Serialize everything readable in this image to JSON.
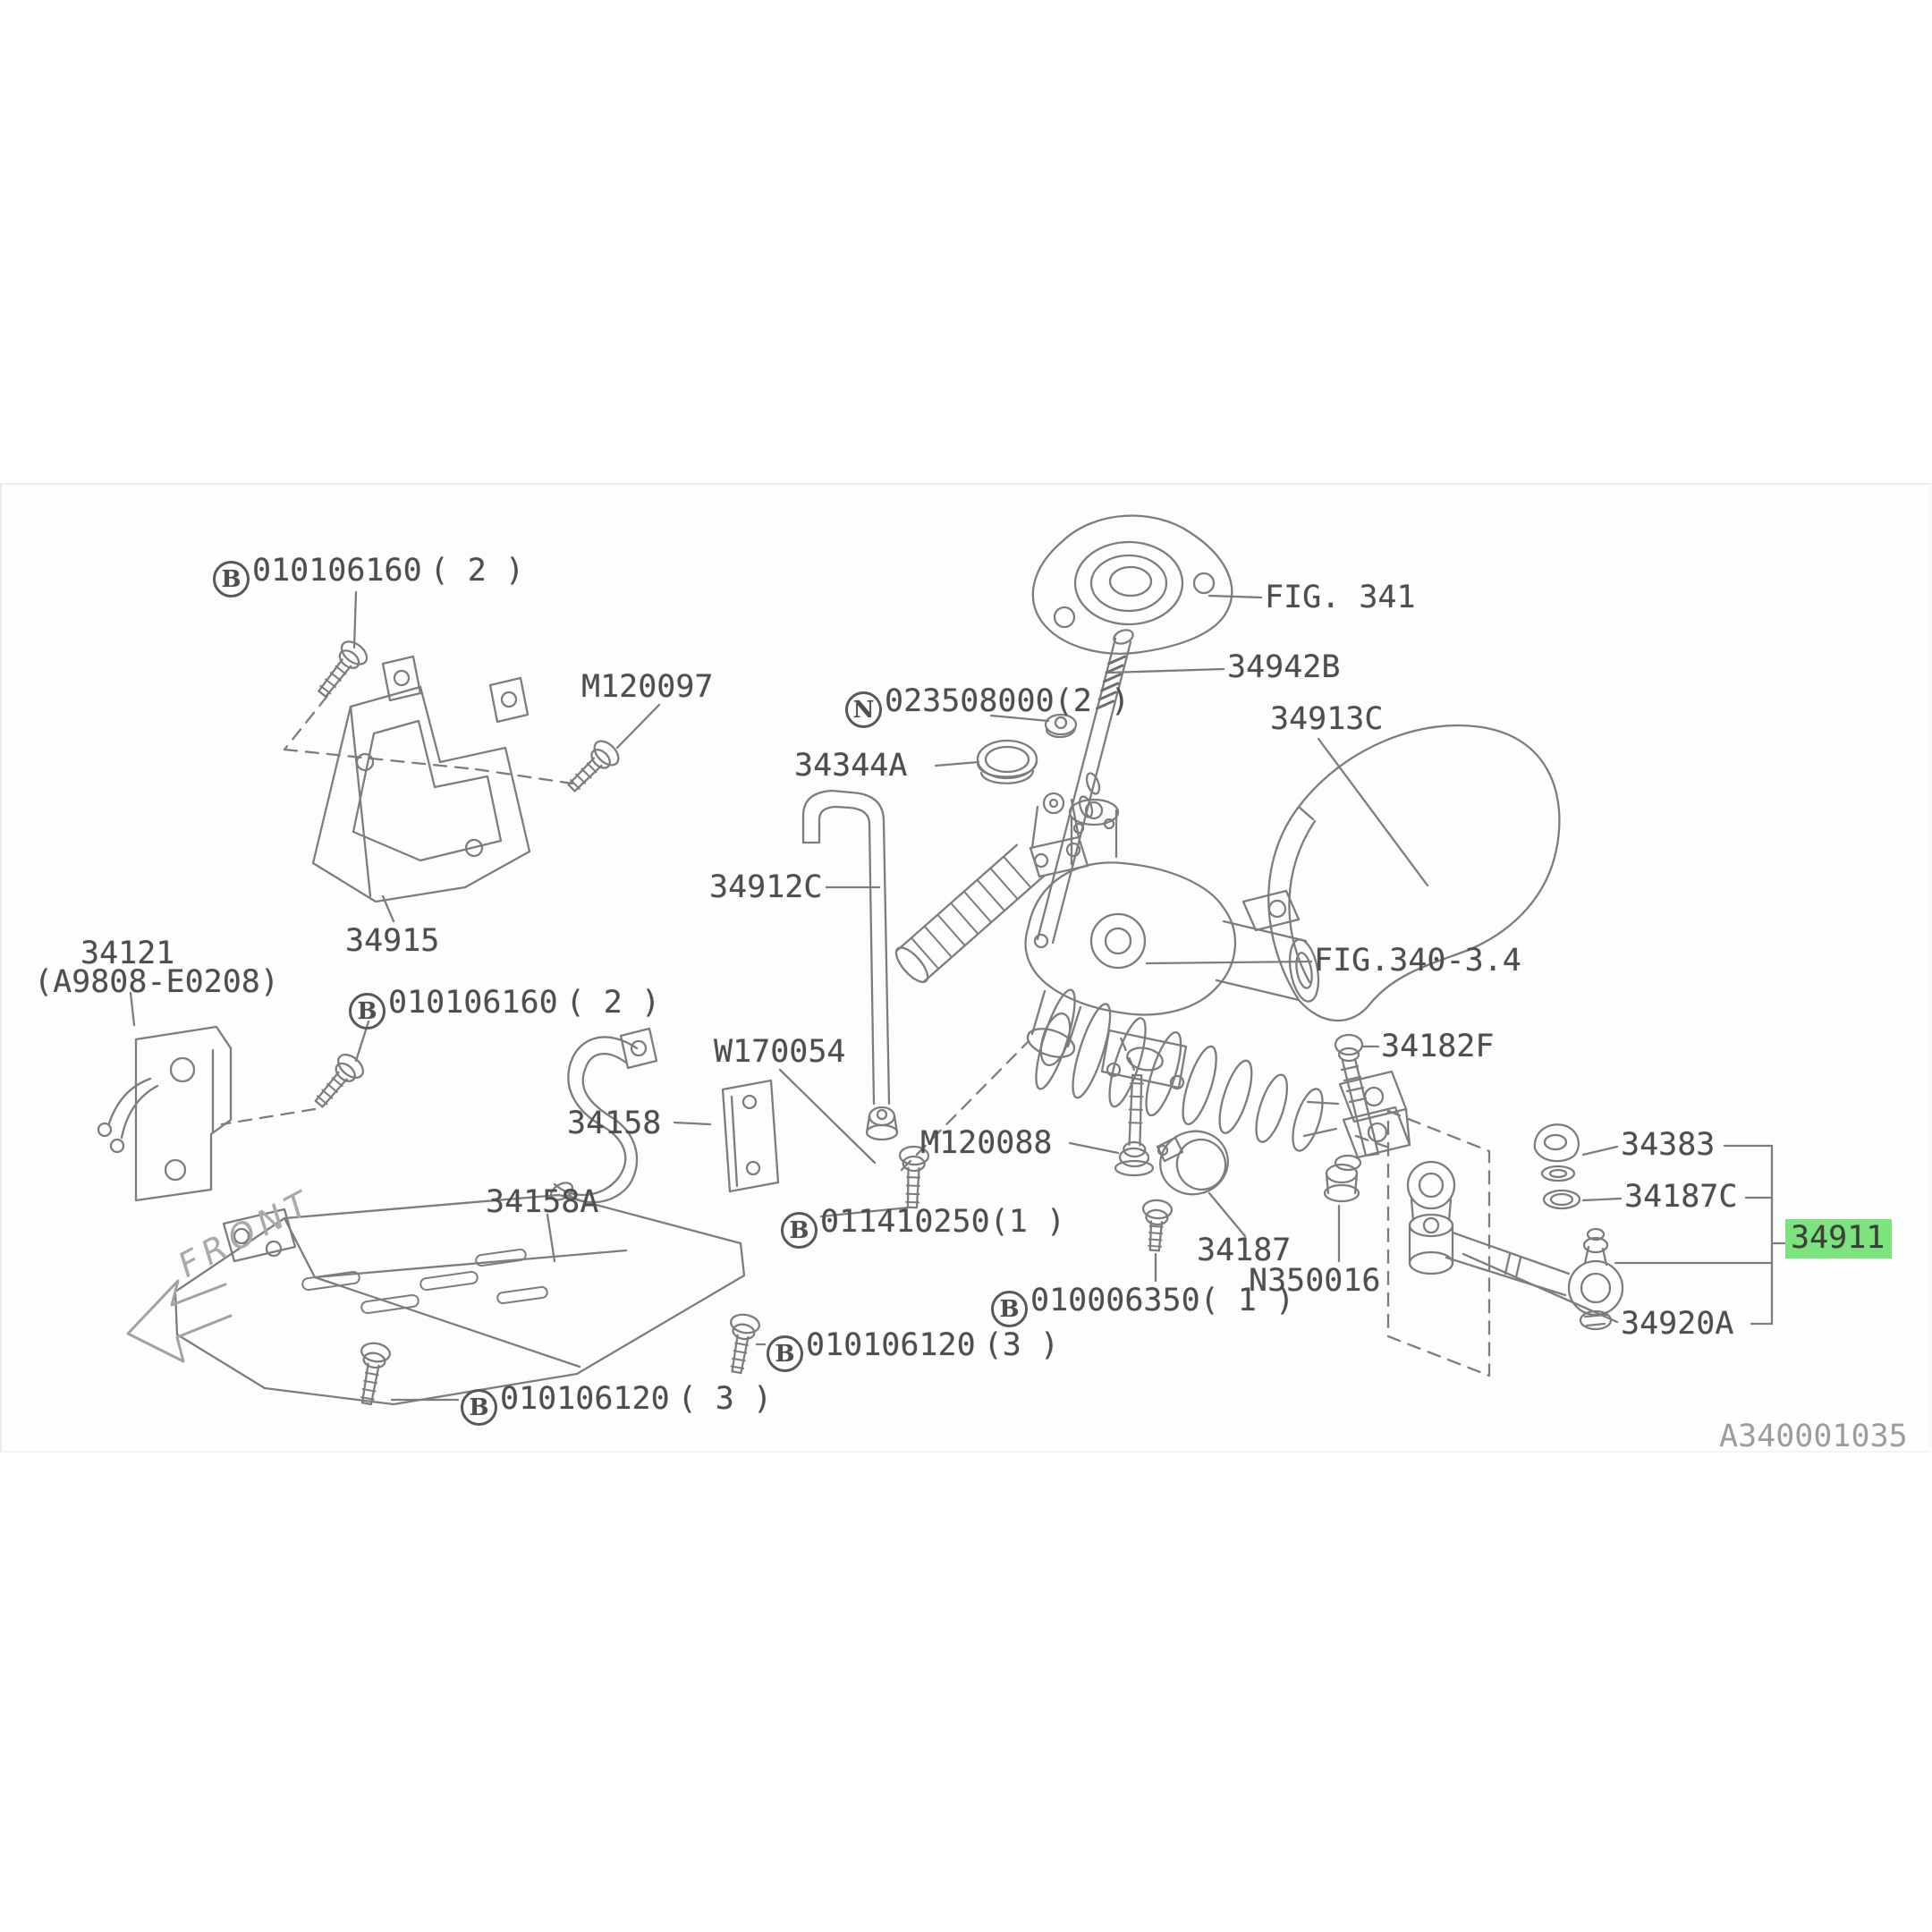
{
  "colors": {
    "highlight": "#7ce47c",
    "line": "#7d7d7d",
    "label_text": "#4e4e4e",
    "faint_text": "#9d9d9d"
  },
  "doc_number": "A340001035",
  "front_marker": {
    "text": "FRONT"
  },
  "figure_refs": {
    "fig341": {
      "number": "FIG. 341"
    },
    "fig340": {
      "number": "FIG.340-3.4"
    }
  },
  "labels": {
    "b010106160_a": {
      "prefix": "B",
      "number": "010106160",
      "qty": "( 2  )"
    },
    "m120097": {
      "number": "M120097"
    },
    "p34915": {
      "number": "34915"
    },
    "p34121": {
      "number": "34121",
      "sub": "(A9808-E0208)"
    },
    "b010106160_b": {
      "prefix": "B",
      "number": "010106160",
      "qty": "( 2 )"
    },
    "p34942B": {
      "number": "34942B"
    },
    "n023508000": {
      "prefix": "N",
      "number": "023508000",
      "qty": "(2 )"
    },
    "p34344A": {
      "number": "34344A"
    },
    "p34913C": {
      "number": "34913C"
    },
    "p34912C": {
      "number": "34912C"
    },
    "w170054": {
      "number": "W170054"
    },
    "p34158": {
      "number": "34158"
    },
    "m120088": {
      "number": "M120088"
    },
    "p34182F": {
      "number": "34182F"
    },
    "b011410250": {
      "prefix": "B",
      "number": "011410250",
      "qty": "(1 )"
    },
    "p34158A": {
      "number": "34158A"
    },
    "p34187": {
      "number": "34187"
    },
    "n350016": {
      "number": "N350016"
    },
    "b010006350": {
      "prefix": "B",
      "number": "010006350",
      "qty": "( 1  )"
    },
    "p34383": {
      "number": "34383"
    },
    "p34187C": {
      "number": "34187C"
    },
    "p34911": {
      "number": "34911",
      "highlighted": true
    },
    "p34920A": {
      "number": "34920A"
    },
    "b010106120_a": {
      "prefix": "B",
      "number": "010106120",
      "qty": "(3 )"
    },
    "b010106120_b": {
      "prefix": "B",
      "number": "010106120",
      "qty": "( 3  )"
    }
  }
}
